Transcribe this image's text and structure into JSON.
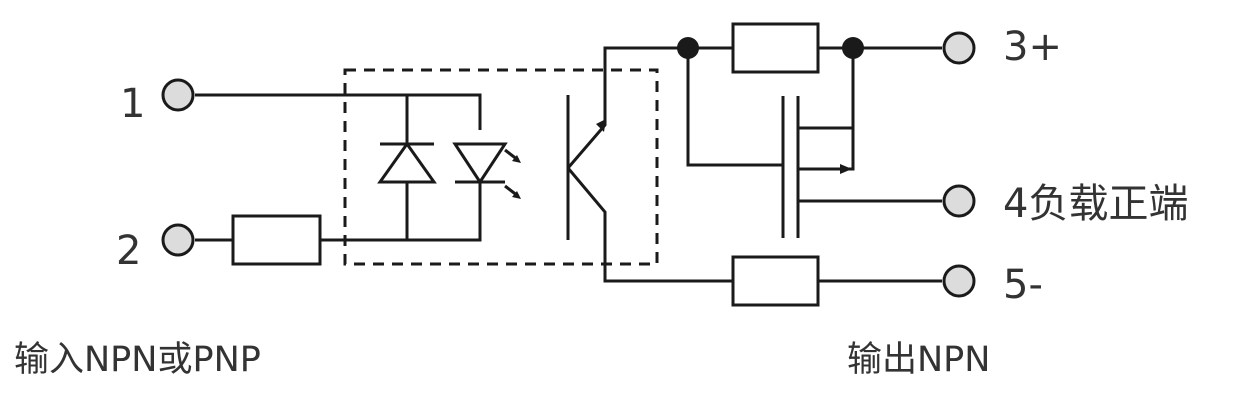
{
  "terminals": {
    "t1": "1",
    "t2": "2",
    "t3": "3+",
    "t4": "4负载正端",
    "t5": "5-"
  },
  "captions": {
    "input": "输入NPN或PNP",
    "output": "输出NPN"
  }
}
